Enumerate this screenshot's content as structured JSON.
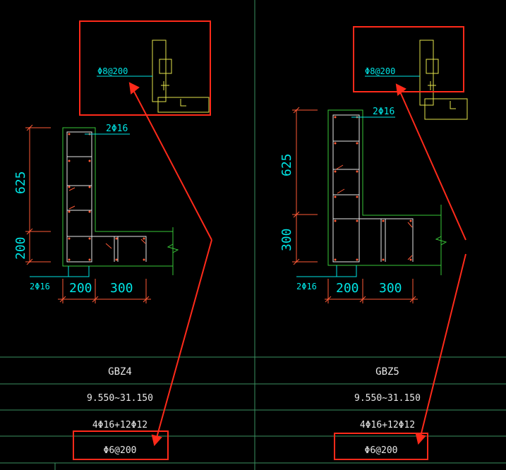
{
  "columns": [
    {
      "name": "GBZ4",
      "elevation": "9.550~31.150",
      "longitudinal_bars": "4Φ16+12Φ12",
      "stirrups": "Φ6@200",
      "callout_label": "Φ8@200",
      "bar_label_top": "2Φ16",
      "bar_label_bottom": "2Φ16",
      "dim_vertical_upper": "625",
      "dim_vertical_lower": "200",
      "dim_horizontal_left": "200",
      "dim_horizontal_right": "300"
    },
    {
      "name": "GBZ5",
      "elevation": "9.550~31.150",
      "longitudinal_bars": "4Φ16+12Φ12",
      "stirrups": "Φ6@200",
      "callout_label": "Φ8@200",
      "bar_label_top": "2Φ16",
      "bar_label_bottom": "2Φ16",
      "dim_vertical_upper": "625",
      "dim_vertical_lower": "300",
      "dim_horizontal_left": "200",
      "dim_horizontal_right": "300"
    }
  ],
  "colors": {
    "background": "#000000",
    "outline": "#39c939",
    "rebar": "#e8e8e8",
    "dimension": "#ff5a36",
    "text": "#00e5e5",
    "detail": "#e5e54c",
    "highlight": "#ff2a1a",
    "table_line": "#3a8f5f"
  }
}
